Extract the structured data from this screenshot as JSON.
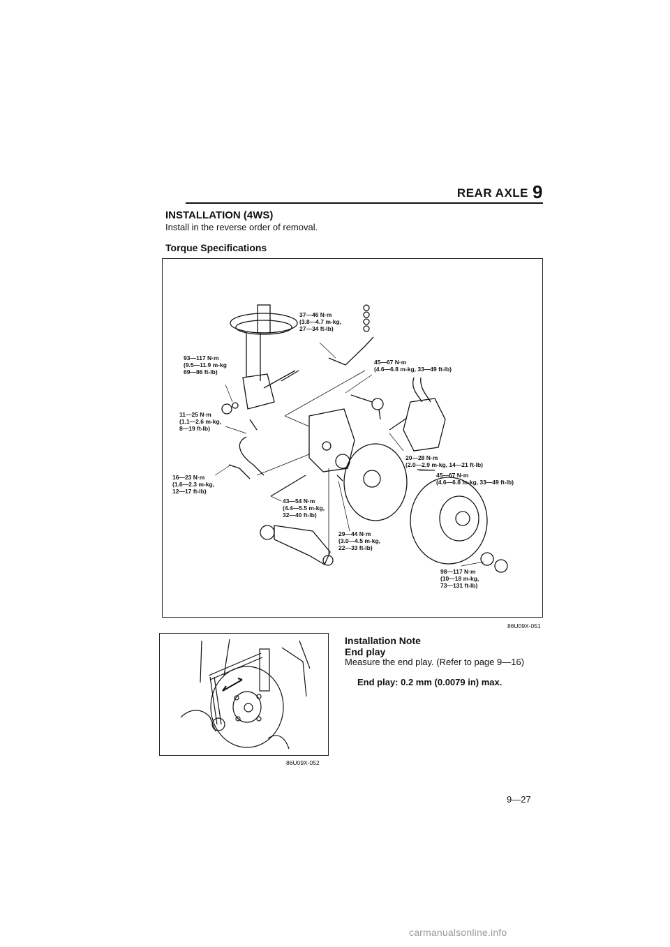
{
  "header": {
    "section_title": "REAR AXLE",
    "section_number": "9"
  },
  "installation": {
    "title": "INSTALLATION (4WS)",
    "body": "Install in the reverse order of removal."
  },
  "torque": {
    "title": "Torque Specifications",
    "labels": [
      {
        "id": "strut-nuts",
        "text": "93—117 N·m\n(9.5—11.9 m-kg\n69—86 ft-lb)"
      },
      {
        "id": "trailing-link-bolt",
        "text": "37—46 N·m\n(3.8—4.7 m-kg,\n27—34 ft-lb)"
      },
      {
        "id": "lateral-link-nut",
        "text": "45—67 N·m\n(4.6—6.8 m-kg, 33—49 ft-lb)"
      },
      {
        "id": "sensor-bolt",
        "text": "11—25 N·m\n(1.1—2.6 m-kg,\n8—19 ft-lb)"
      },
      {
        "id": "sensor-bracket-bolt",
        "text": "16—23 N·m\n(1.6—2.3 m-kg,\n12—17 ft-lb)"
      },
      {
        "id": "caliper-bolt",
        "text": "20—28 N·m\n(2.0—2.9 m-kg, 14—21 ft-lb)"
      },
      {
        "id": "caliper-bracket-bolt",
        "text": "45—67 N·m\n(4.6—6.8 m-kg, 33—49 ft-lb)"
      },
      {
        "id": "knuckle-bolt",
        "text": "43—54 N·m\n(4.4—5.5 m-kg,\n32—40 ft-lb)"
      },
      {
        "id": "dust-cover-bolt",
        "text": "29—44 N·m\n(3.0—4.5 m-kg,\n22—33 ft-lb)"
      },
      {
        "id": "hub-nut",
        "text": "98—117 N·m\n(10—18 m-kg,\n73—131 ft-lb)"
      }
    ],
    "figure_code": "86U09X-051"
  },
  "note": {
    "title": "Installation Note",
    "subtitle": "End play",
    "body": "Measure the end play. (Refer to page 9—16)",
    "spec": "End play: 0.2 mm (0.0079 in) max.",
    "figure_code": "86U09X-052"
  },
  "page_number": "9—27",
  "watermark": "carmanualsonline.info"
}
